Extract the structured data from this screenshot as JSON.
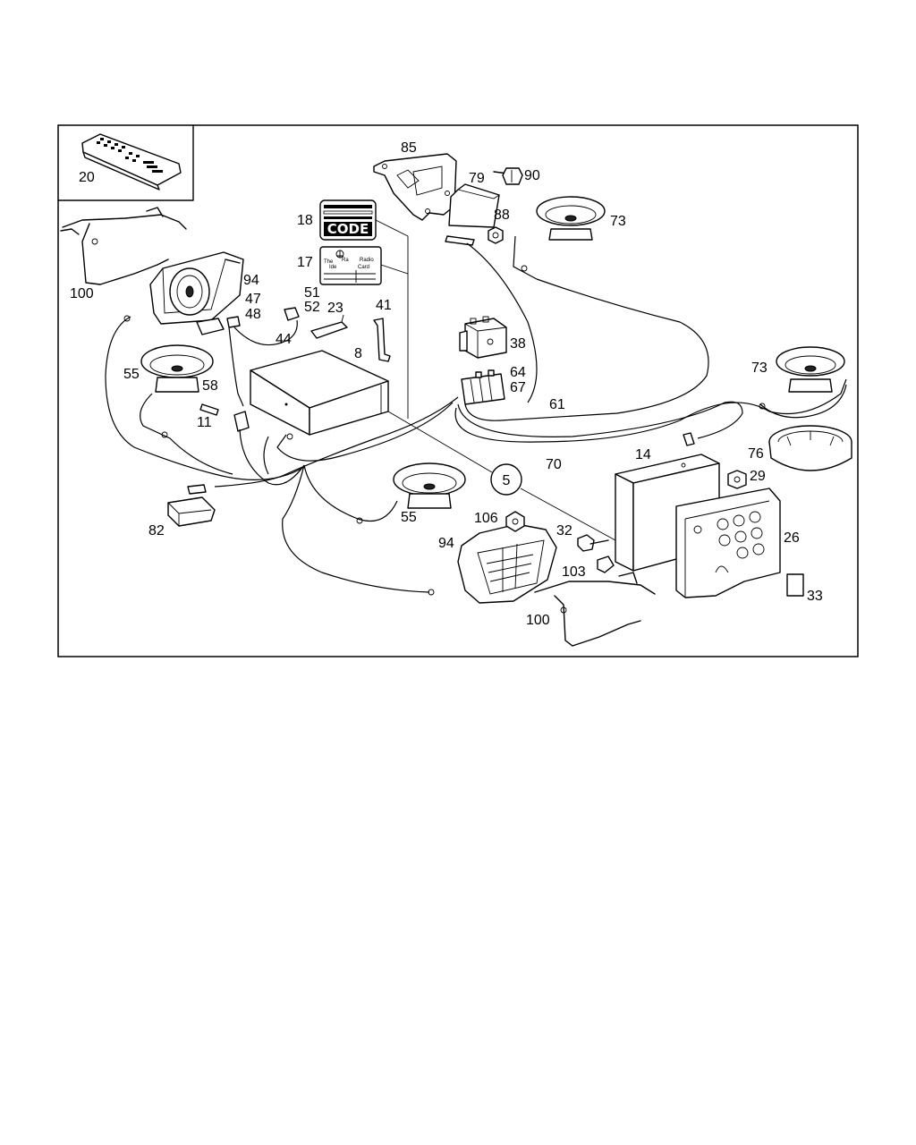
{
  "code_card": {
    "text": "CODE"
  },
  "info_card": {
    "line1": "The",
    "line2": "Ra",
    "line3": "Radio",
    "line4": "Ide",
    "line5": "Card"
  },
  "callouts": {
    "c20": "20",
    "c85": "85",
    "c79": "79",
    "c90": "90",
    "c18": "18",
    "c88": "88",
    "c73a": "73",
    "c17": "17",
    "c100a": "100",
    "c94a": "94",
    "c47": "47",
    "c48": "48",
    "c51": "51",
    "c52": "52",
    "c23": "23",
    "c41": "41",
    "c44": "44",
    "c8": "8",
    "c38": "38",
    "c73b": "73",
    "c55a": "55",
    "c58": "58",
    "c64": "64",
    "c67": "67",
    "c61": "61",
    "c11": "11",
    "c14": "14",
    "c76": "76",
    "c70": "70",
    "c29": "29",
    "c5": "5",
    "c55b": "55",
    "c82": "82",
    "c106": "106",
    "c32": "32",
    "c26": "26",
    "c94b": "94",
    "c103": "103",
    "c100b": "100",
    "c33": "33"
  }
}
